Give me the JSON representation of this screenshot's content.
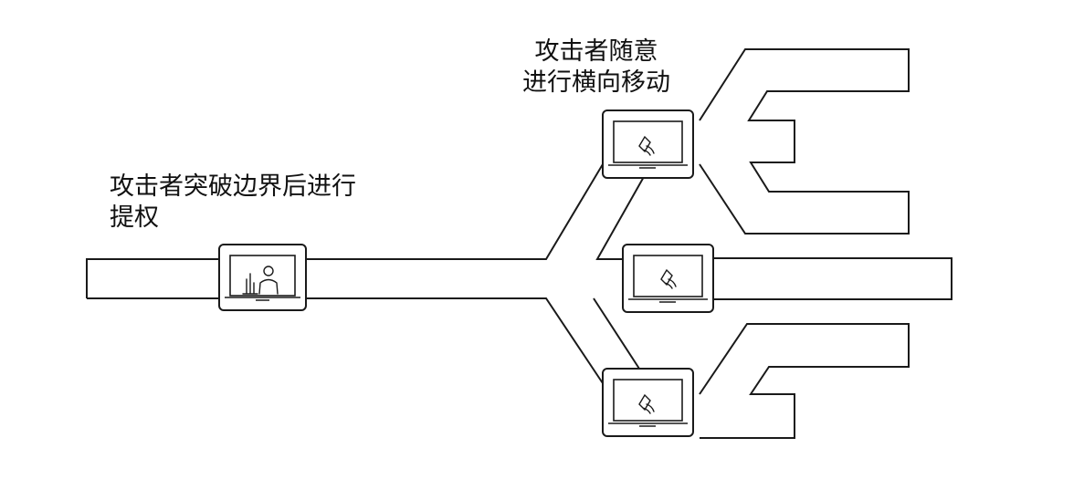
{
  "labels": {
    "breach_line1": "攻击者突破边界后进行",
    "breach_line2": "提权",
    "lateral_line1": "攻击者随意",
    "lateral_line2": "进行横向移动"
  },
  "icons": {
    "source_laptop": "laptop-attacker-icon",
    "target_laptop": "laptop-tool-icon"
  },
  "colors": {
    "stroke": "#1a1a1a",
    "text": "#111111",
    "background": "#ffffff"
  }
}
